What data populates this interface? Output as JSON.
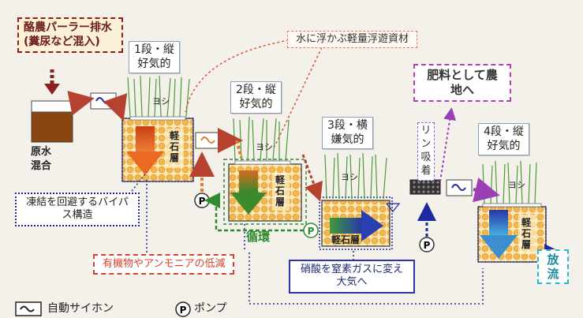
{
  "labels": {
    "source": "酪農パーラー排水(糞尿など混入)",
    "raw_water": [
      "原水",
      "混合"
    ],
    "stage1": [
      "1段・縦",
      "好気的"
    ],
    "stage2": [
      "2段・縦",
      "好気的"
    ],
    "stage3": [
      "3段・横",
      "嫌気的"
    ],
    "stage4": [
      "4段・縦",
      "好気的"
    ],
    "float_material": "水に浮かぶ軽量浮遊資材",
    "fertilizer": "肥料として農地へ",
    "phosphorus": "リン吸着",
    "bypass": "凍結を回避するバイパス構造",
    "circulation": "循環",
    "reduction": "有機物やアンモニアの低減",
    "nitrate": "硝酸を窒素ガスに変え大気へ",
    "discharge": "放流",
    "reed": "ヨシ",
    "pumice_vertical": "軽石層",
    "pumice_horizontal": "軽石層",
    "pump_symbol": "P"
  },
  "legend": {
    "siphon": "自動サイホン",
    "pump": "ポンプ"
  },
  "colors": {
    "source_border": "#8a1f1f",
    "raw_tank": "#8b4513",
    "pumice": "#f2b64a",
    "arrow_stage1": "#e85a1c",
    "arrow_stage2": "#3f8f2a",
    "arrow_stage3": "#2a3fb0",
    "arrow_stage4": "#2a3fb0",
    "flow_red": "#b5422e",
    "flow_blue": "#1c2a9e",
    "flow_green": "#2e8b2e",
    "flow_purple": "#7d3fc6",
    "discharge": "#32b5c8"
  }
}
